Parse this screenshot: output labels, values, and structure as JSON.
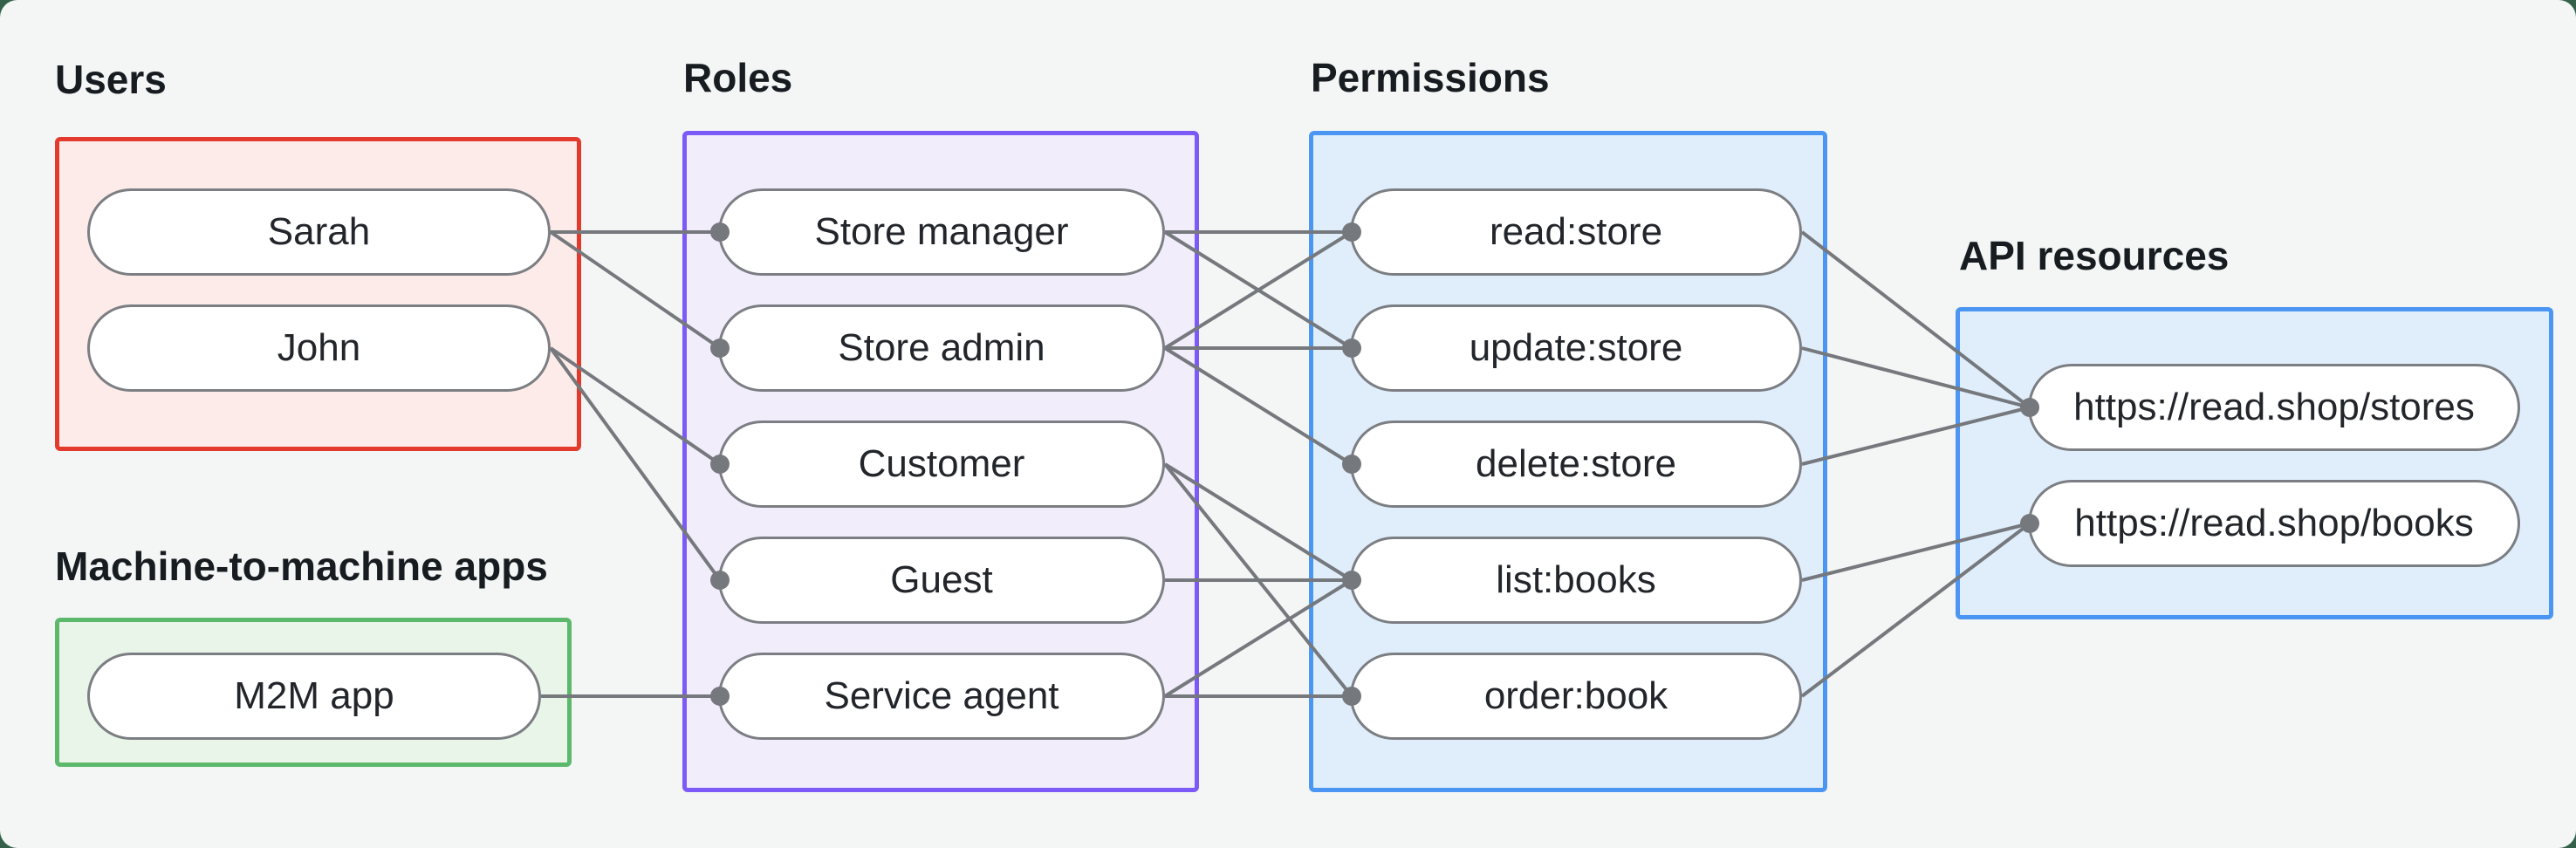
{
  "diagram": {
    "sections": {
      "users": {
        "label": "Users",
        "items": [
          "Sarah",
          "John"
        ]
      },
      "m2m": {
        "label": "Machine-to-machine apps",
        "items": [
          "M2M app"
        ]
      },
      "roles": {
        "label": "Roles",
        "items": [
          "Store manager",
          "Store admin",
          "Customer",
          "Guest",
          "Service agent"
        ]
      },
      "permissions": {
        "label": "Permissions",
        "items": [
          "read:store",
          "update:store",
          "delete:store",
          "list:books",
          "order:book"
        ]
      },
      "api": {
        "label": "API resources",
        "items": [
          "https://read.shop/stores",
          "https://read.shop/books"
        ]
      }
    },
    "connections": [
      [
        "Sarah",
        "Store manager"
      ],
      [
        "Sarah",
        "Store admin"
      ],
      [
        "John",
        "Customer"
      ],
      [
        "John",
        "Guest"
      ],
      [
        "M2M app",
        "Service agent"
      ],
      [
        "Store manager",
        "read:store"
      ],
      [
        "Store manager",
        "update:store"
      ],
      [
        "Store admin",
        "read:store"
      ],
      [
        "Store admin",
        "update:store"
      ],
      [
        "Store admin",
        "delete:store"
      ],
      [
        "Customer",
        "list:books"
      ],
      [
        "Customer",
        "order:book"
      ],
      [
        "Guest",
        "list:books"
      ],
      [
        "Service agent",
        "list:books"
      ],
      [
        "Service agent",
        "order:book"
      ],
      [
        "read:store",
        "https://read.shop/stores"
      ],
      [
        "update:store",
        "https://read.shop/stores"
      ],
      [
        "delete:store",
        "https://read.shop/stores"
      ],
      [
        "list:books",
        "https://read.shop/books"
      ],
      [
        "order:book",
        "https://read.shop/books"
      ]
    ],
    "colors": {
      "page_background": "#33614a",
      "canvas_background": "#f4f6f5",
      "users_border": "#e23b2e",
      "users_fill": "#fcebe9",
      "roles_border": "#7b5af7",
      "roles_fill": "#f2edfb",
      "permissions_border": "#4b96f3",
      "permissions_fill": "#e0eefc",
      "m2m_border": "#5cb96b",
      "m2m_fill": "#e9f5e9",
      "node_border": "#7b7e82",
      "connector": "#75787c"
    }
  }
}
